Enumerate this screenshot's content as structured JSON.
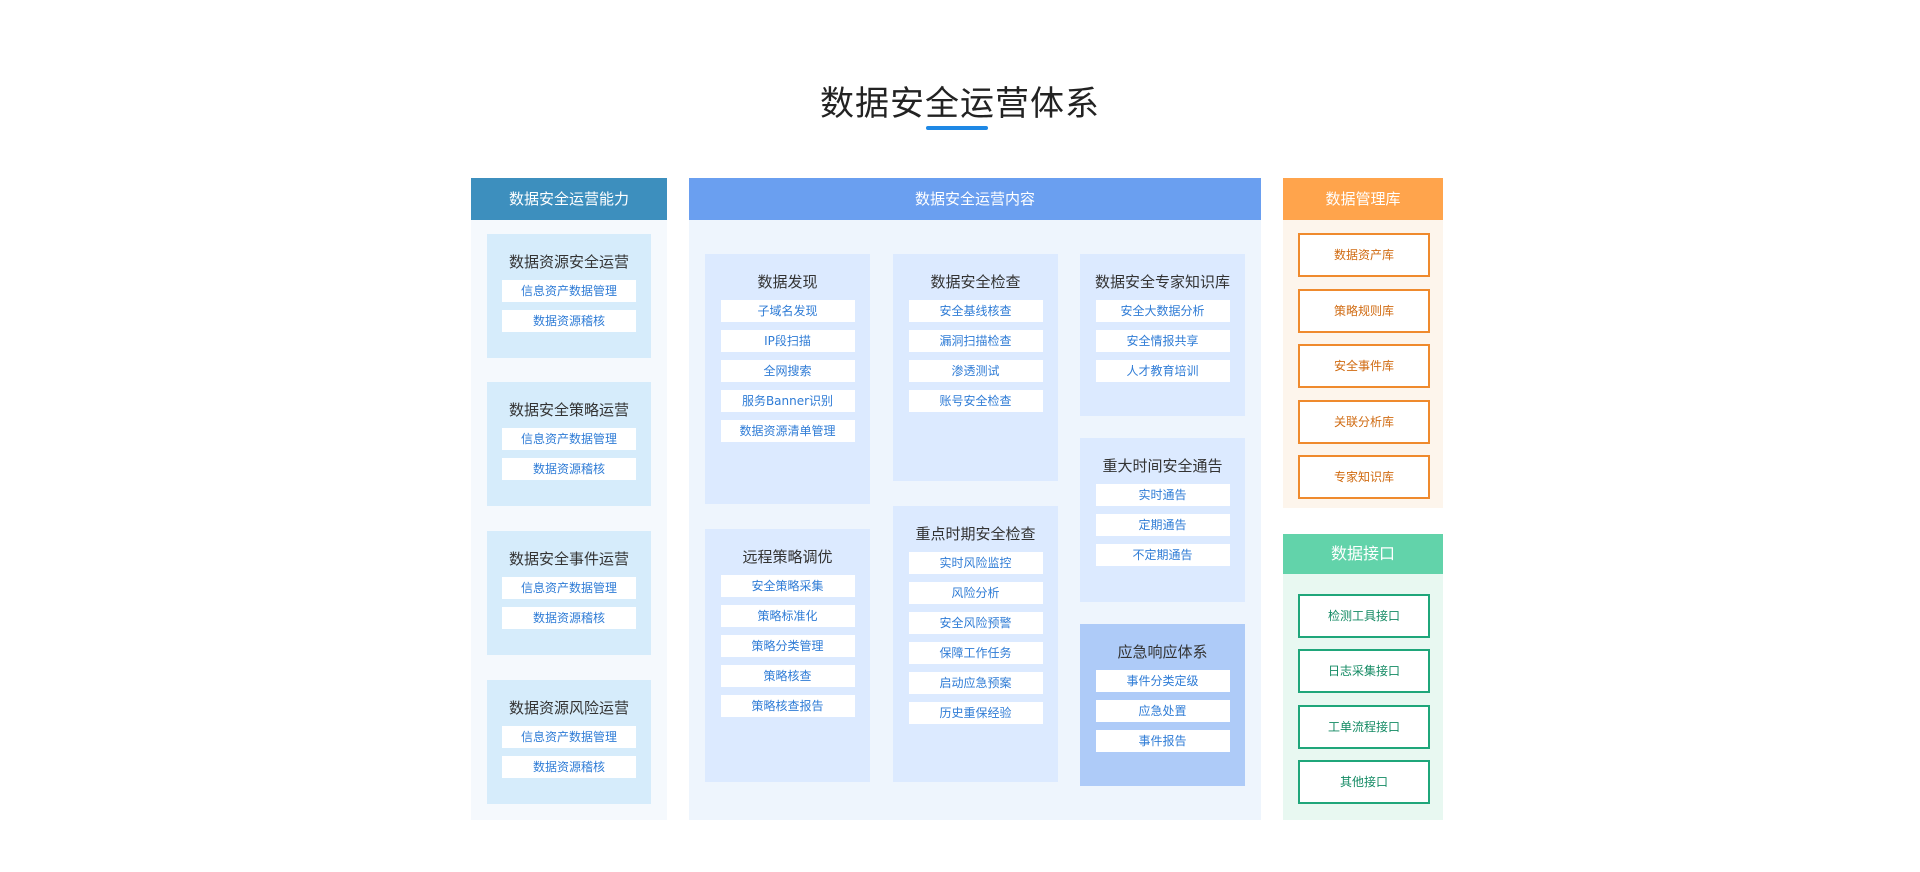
{
  "title": "数据安全运营体系",
  "accent_color": "#1e88e5",
  "left": {
    "header": "数据安全运营能力",
    "cards": [
      {
        "title": "数据资源安全运营",
        "items": [
          "信息资产数据管理",
          "数据资源稽核"
        ]
      },
      {
        "title": "数据安全策略运营",
        "items": [
          "信息资产数据管理",
          "数据资源稽核"
        ]
      },
      {
        "title": "数据安全事件运营",
        "items": [
          "信息资产数据管理",
          "数据资源稽核"
        ]
      },
      {
        "title": "数据资源风险运营",
        "items": [
          "信息资产数据管理",
          "数据资源稽核"
        ]
      }
    ]
  },
  "center": {
    "header": "数据安全运营内容",
    "discovery": {
      "title": "数据发现",
      "items": [
        "子域名发现",
        "IP段扫描",
        "全网搜索",
        "服务Banner识别",
        "数据资源清单管理"
      ]
    },
    "remote": {
      "title": "远程策略调优",
      "items": [
        "安全策略采集",
        "策略标准化",
        "策略分类管理",
        "策略核查",
        "策略核查报告"
      ]
    },
    "check": {
      "title": "数据安全检查",
      "items": [
        "安全基线核查",
        "漏洞扫描检查",
        "渗透测试",
        "账号安全检查"
      ]
    },
    "key_period": {
      "title": "重点时期安全检查",
      "items": [
        "实时风险监控",
        "风险分析",
        "安全风险预警",
        "保障工作任务",
        "启动应急预案",
        "历史重保经验"
      ]
    },
    "expert": {
      "title": "数据安全专家知识库",
      "items": [
        "安全大数据分析",
        "安全情报共享",
        "人才教育培训"
      ]
    },
    "notice": {
      "title": "重大时间安全通告",
      "items": [
        "实时通告",
        "定期通告",
        "不定期通告"
      ]
    },
    "emergency": {
      "title": "应急响应体系",
      "items": [
        "事件分类定级",
        "应急处置",
        "事件报告"
      ]
    }
  },
  "library": {
    "header": "数据管理库",
    "items": [
      "数据资产库",
      "策略规则库",
      "安全事件库",
      "关联分析库",
      "专家知识库"
    ]
  },
  "interface": {
    "header": "数据接口",
    "items": [
      "检测工具接口",
      "日志采集接口",
      "工单流程接口",
      "其他接口"
    ]
  }
}
